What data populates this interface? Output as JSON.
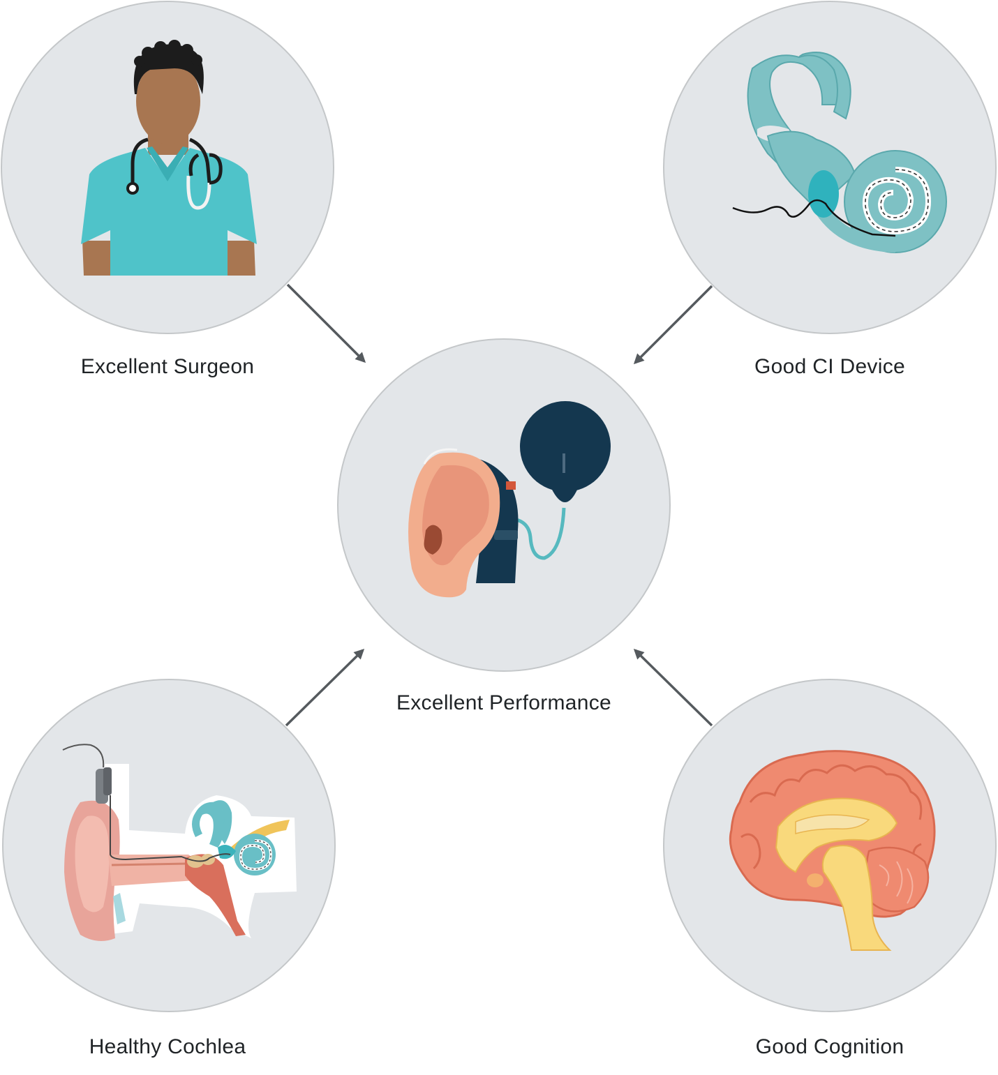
{
  "nodes": {
    "surgeon": {
      "label": "Excellent Surgeon"
    },
    "device": {
      "label": "Good CI Device"
    },
    "center": {
      "label": "Excellent Performance"
    },
    "cochlea": {
      "label": "Healthy Cochlea"
    },
    "cognition": {
      "label": "Good Cognition"
    }
  },
  "colors": {
    "circle_fill": "#e3e6e9",
    "circle_stroke": "#c4c7c9",
    "arrow": "#555a5e",
    "teal": "#4fc3c9",
    "cochlea_teal": "#7ec1c4",
    "skin": "#a87651",
    "navy": "#14374f",
    "ear": "#f2ad8d",
    "brain": "#ef8a70",
    "brain_core": "#f9d97c"
  },
  "icons": {
    "surgeon": "doctor-icon",
    "device": "inner-ear-electrode-icon",
    "center": "cochlear-implant-processor-icon",
    "cochlea": "ear-anatomy-icon",
    "cognition": "brain-icon"
  }
}
